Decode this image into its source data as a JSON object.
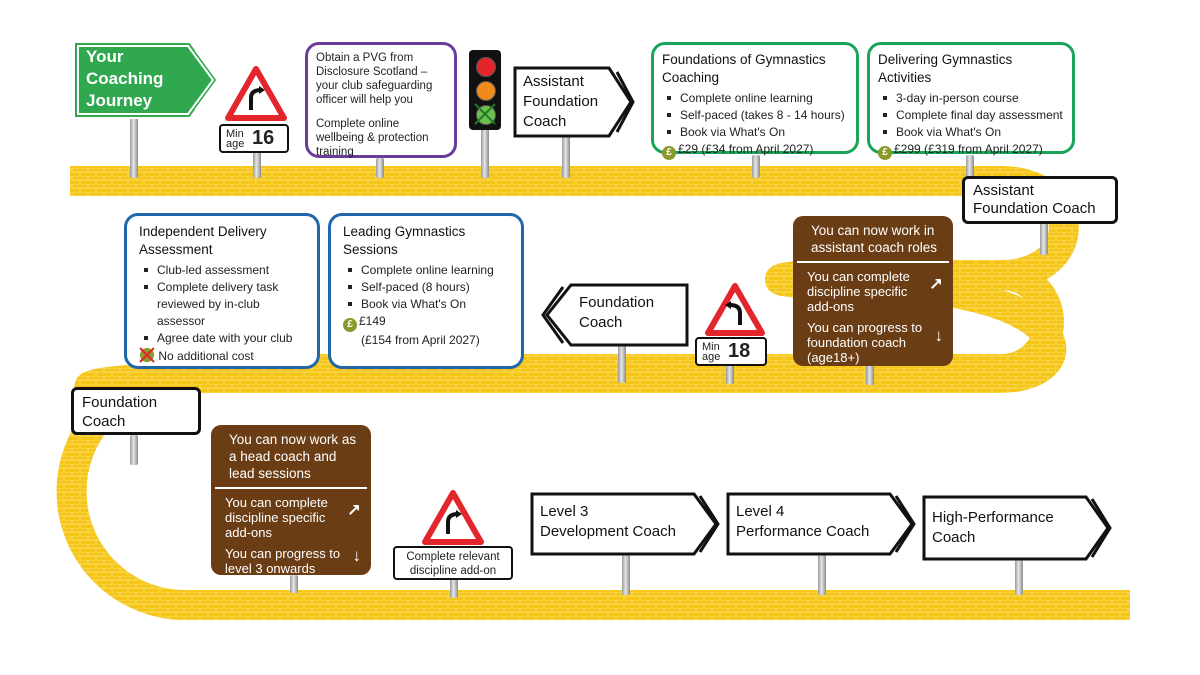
{
  "start_sign": {
    "line1": "Your",
    "line2": "Coaching",
    "line3": "Journey"
  },
  "age_16": {
    "label": "Min age",
    "value": "16"
  },
  "age_18": {
    "label": "Min age",
    "value": "18"
  },
  "pvg": {
    "p1": "Obtain a PVG from Disclosure Scotland – your club safeguarding officer will help you",
    "p2": "Complete online wellbeing & protection training"
  },
  "assistant_sign": {
    "line1": "Assistant",
    "line2": "Foundation",
    "line3": "Coach"
  },
  "foundations_card": {
    "title": "Foundations of Gymnastics Coaching",
    "items": [
      "Complete online learning",
      "Self-paced (takes 8 - 14 hours)",
      "Book via What's On"
    ],
    "price": "£29 (£34 from April 2027)"
  },
  "delivering_card": {
    "title": "Delivering Gymnastics Activities",
    "items": [
      "3-day in-person course",
      "Complete final day assessment",
      "Book via What's On"
    ],
    "price": "£299 (£319 from April 2027)"
  },
  "assistant_milestone": {
    "line1": "Assistant",
    "line2": "Foundation Coach"
  },
  "assistant_brown": {
    "heading": "You can now work in assistant coach roles",
    "row1": "You can complete discipline specific add-ons",
    "row2": "You can progress to foundation coach (age18+)"
  },
  "foundation_sign": {
    "line1": "Foundation",
    "line2": "Coach"
  },
  "leading_card": {
    "title": "Leading Gymnastics Sessions",
    "items": [
      "Complete online learning",
      "Self-paced (8 hours)",
      "Book via What's On"
    ],
    "price": "£149",
    "price_note": "(£154 from April 2027)"
  },
  "independent_card": {
    "title": "Independent Delivery Assessment",
    "items": [
      "Club-led assessment",
      "Complete delivery task reviewed by in-club assessor",
      "Agree date with your club"
    ],
    "cost": "No additional cost"
  },
  "foundation_milestone": {
    "line1": "Foundation",
    "line2": "Coach"
  },
  "head_brown": {
    "heading": "You can now work as a head coach and lead sessions",
    "row1": "You can complete discipline specific add-ons",
    "row2": "You can progress to level 3 onwards"
  },
  "addon_sign": {
    "line1": "Complete relevant",
    "line2": "discipline add-on"
  },
  "level3": {
    "line1": "Level 3",
    "line2": "Development Coach"
  },
  "level4": {
    "line1": "Level 4",
    "line2": "Performance Coach"
  },
  "highperf": {
    "line1": "High-Performance",
    "line2": "Coach"
  },
  "colors": {
    "road": "#f5c518",
    "green": "#2fa84f",
    "teal": "#1aa45a",
    "purple": "#6a3d9a",
    "blue": "#2066a8",
    "brown": "#6b3d15",
    "red": "#e3262b"
  }
}
